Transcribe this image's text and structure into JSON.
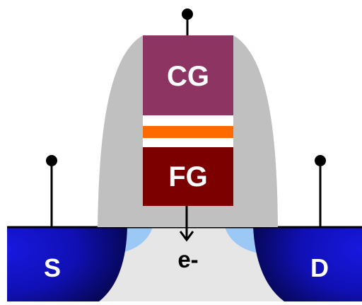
{
  "labels": {
    "control_gate": "CG",
    "floating_gate": "FG",
    "source": "S",
    "drain": "D",
    "electron": "e-"
  },
  "colors": {
    "control_gate": "#8e3463",
    "floating_gate": "#7d0000",
    "inter_gate_dielectric": "#ff6a00",
    "spacer": "#c0c0c0",
    "substrate": "#e6e6e6",
    "source_drain_dark": "#0a0a5a",
    "source_drain_bright": "#1010d8",
    "lightly_doped_region": "#9cc8f5",
    "terminal": "#000000",
    "label_on_fill": "#ffffff",
    "label_on_substrate": "#000000"
  }
}
